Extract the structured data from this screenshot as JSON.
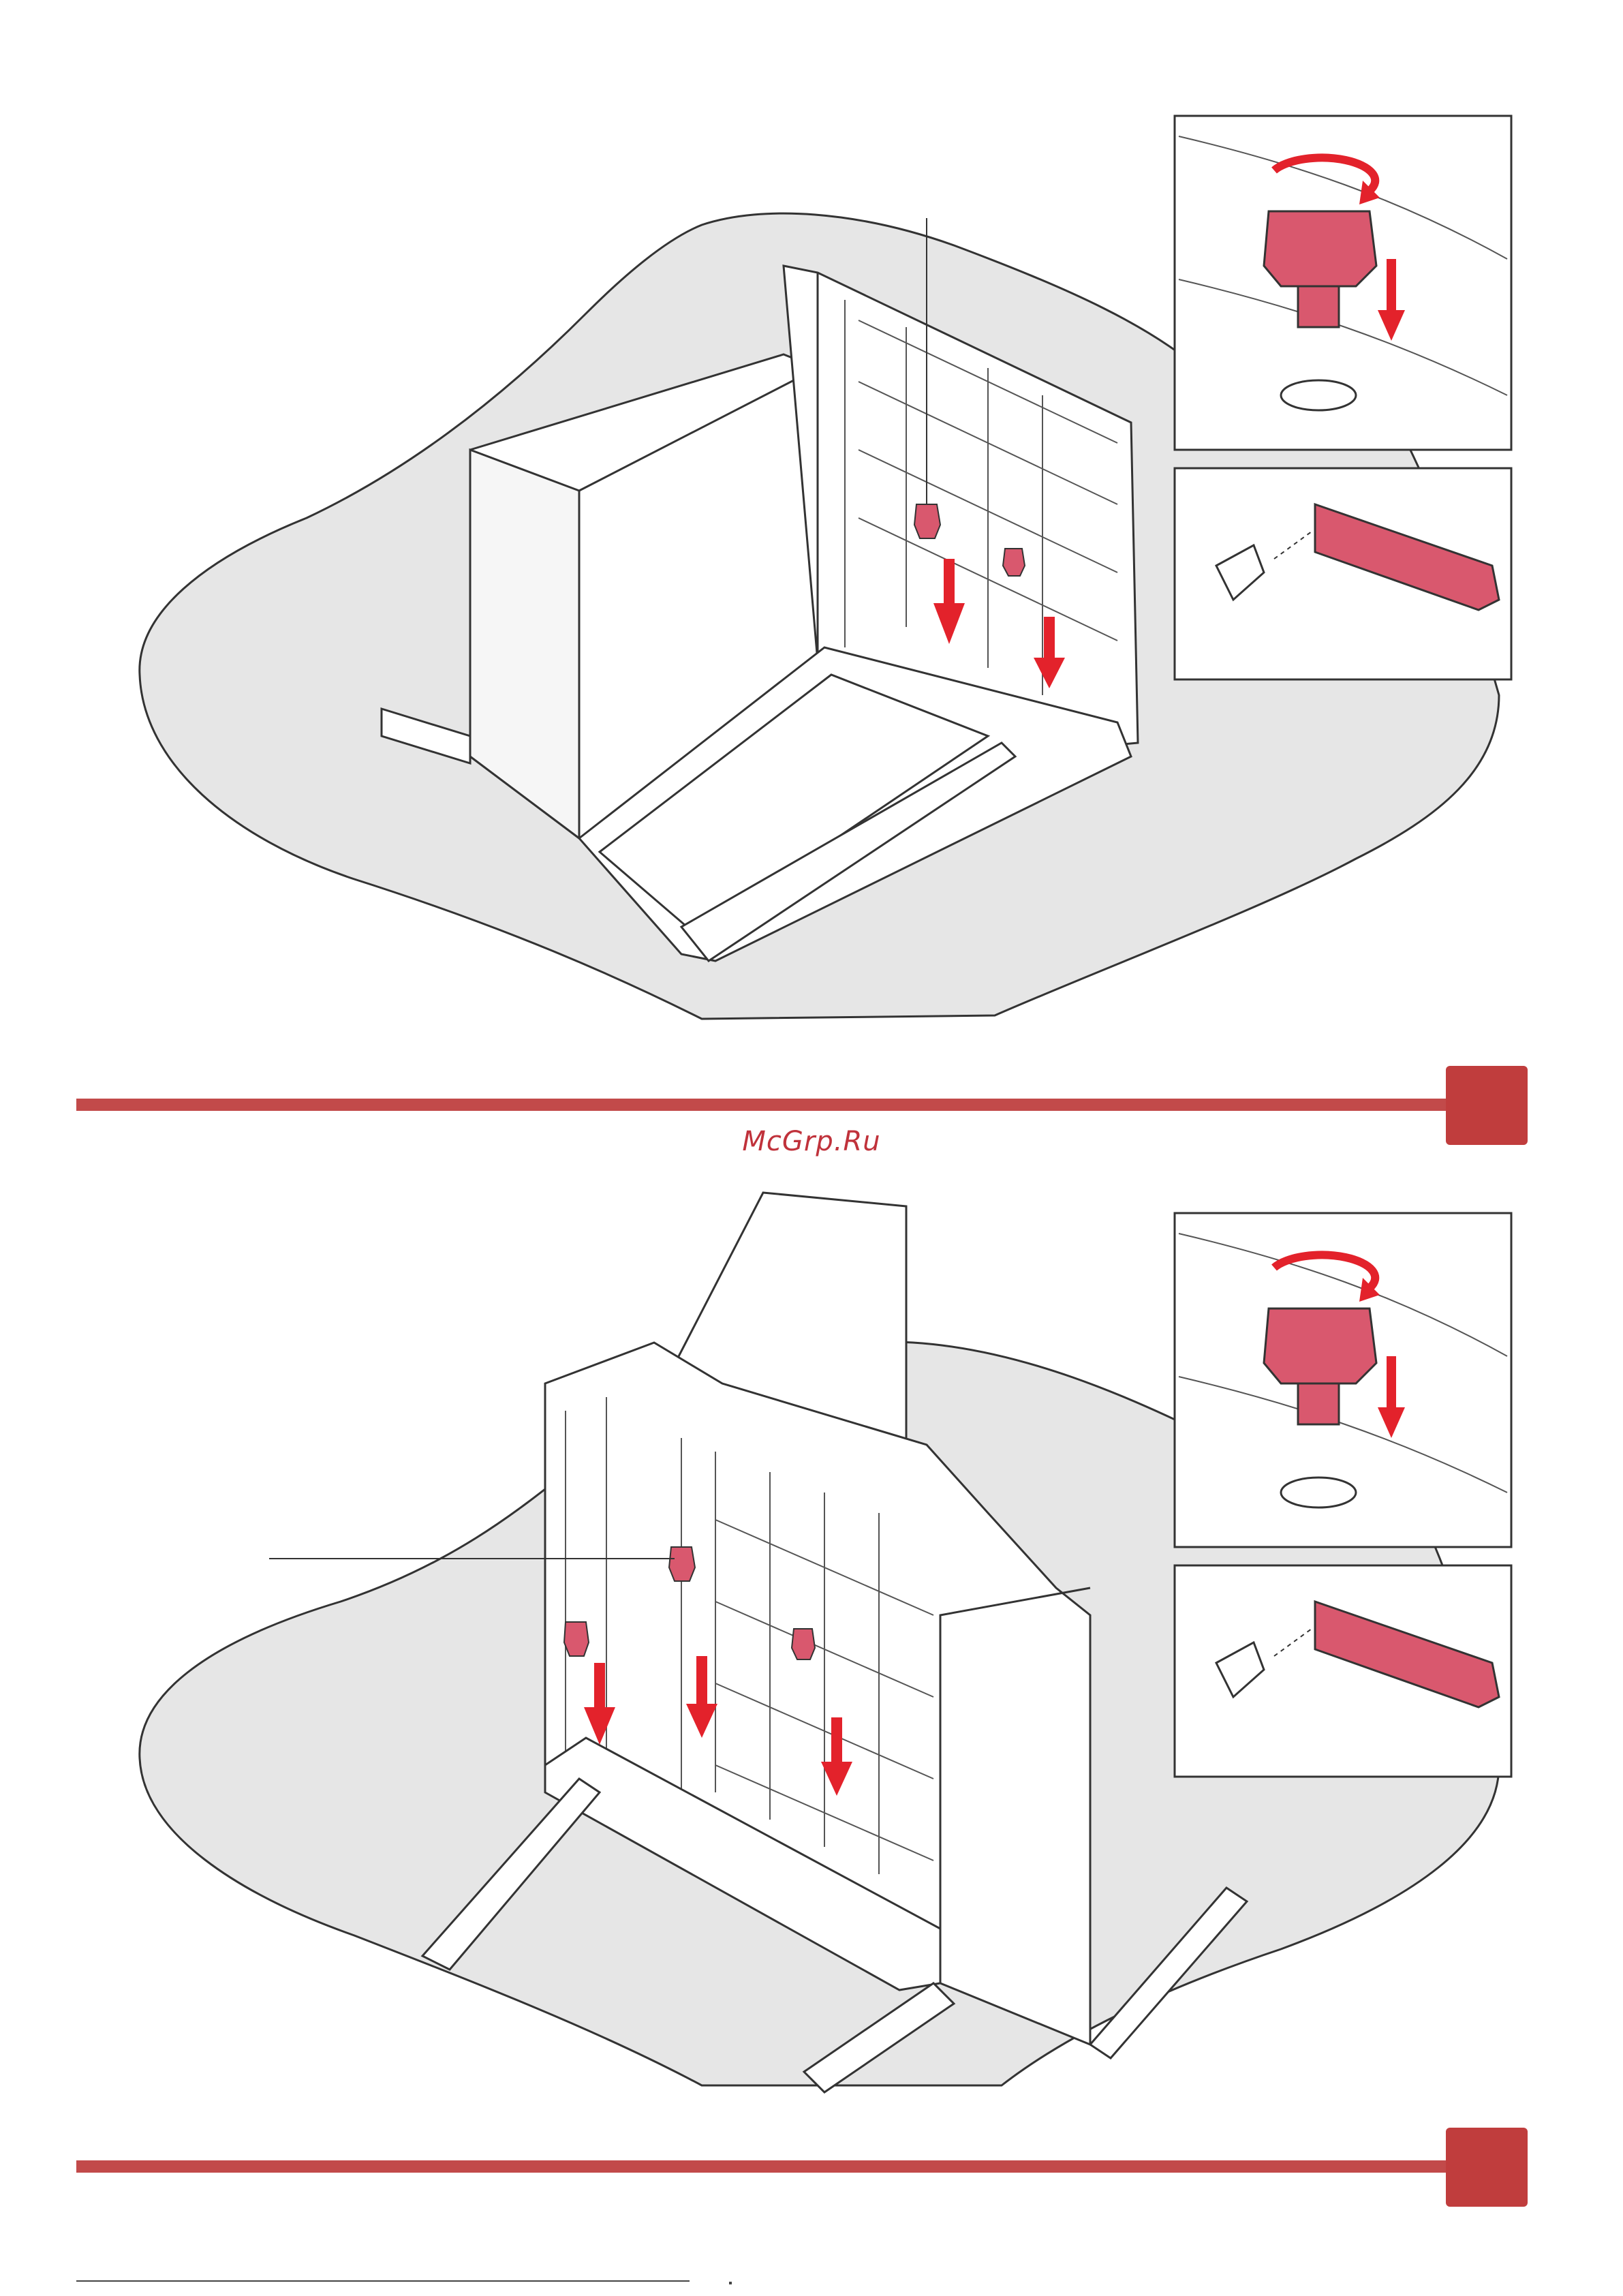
{
  "watermark": {
    "text": "McGrp.Ru",
    "color": "#c0323b"
  },
  "colors": {
    "accent": "#c24a4a",
    "accent_square": "#c03d3d",
    "surface": "#e6e6e6",
    "arrow": "#e3222b",
    "part": "#d9586e",
    "outline": "#333333"
  },
  "steps": [
    {
      "illustration": "rotate-and-insert-adjuster-feet-stand-on-side",
      "parts_shown": 2
    },
    {
      "illustration": "rotate-and-insert-adjuster-feet-stand-upright",
      "parts_shown": 3
    }
  ]
}
